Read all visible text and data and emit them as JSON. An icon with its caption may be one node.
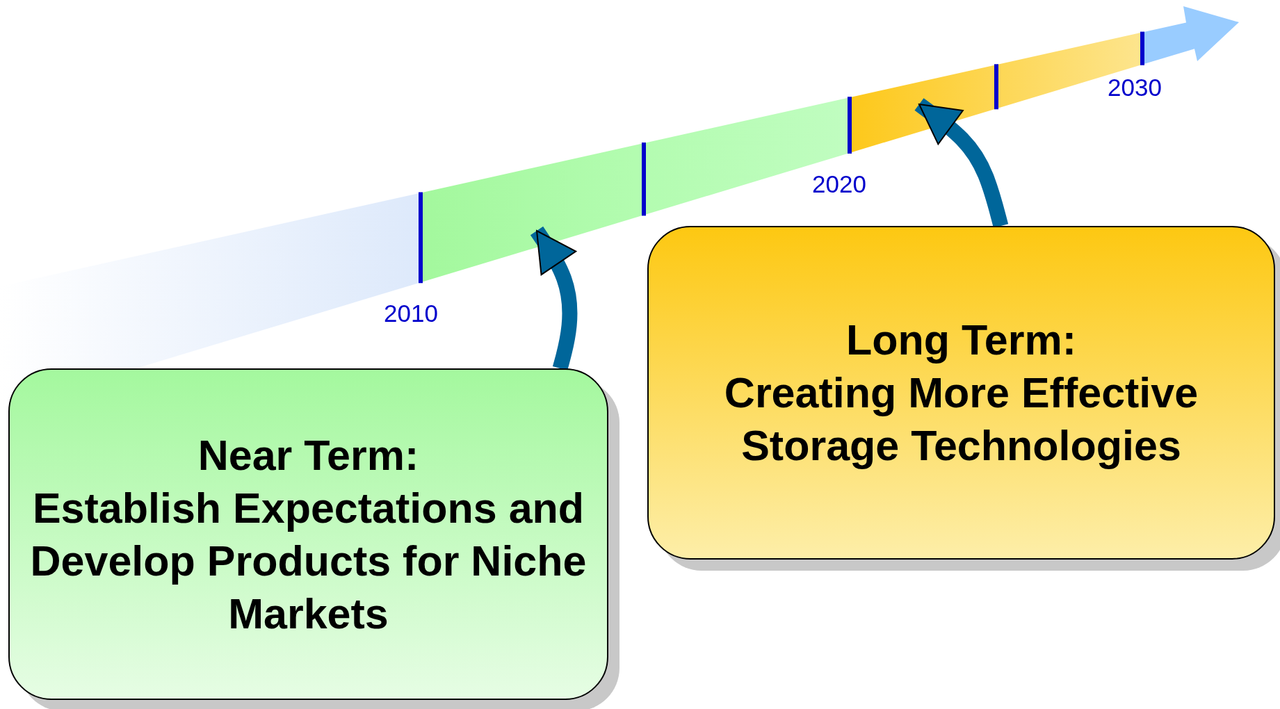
{
  "diagram": {
    "nodes": [
      {
        "text": [
          "Near Term:",
          "Establish Expectations and Develop Products for Niche Markets"
        ]
      },
      {
        "text": [
          "Long Term:",
          "Creating More Effective Storage Technologies"
        ]
      }
    ],
    "edges": [
      {
        "from": 0,
        "to": null,
        "arrow": "to"
      },
      {
        "from": 1,
        "to": null,
        "arrow": "to"
      }
    ],
    "labels": [
      "2010",
      "2020",
      "2030"
    ]
  }
}
